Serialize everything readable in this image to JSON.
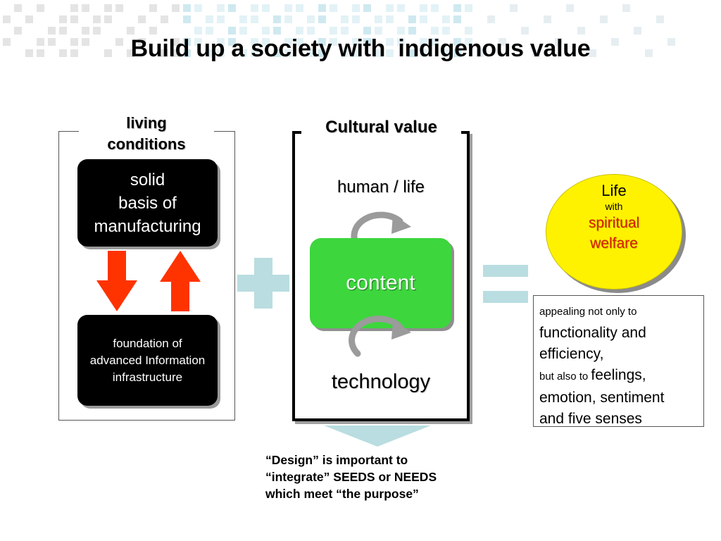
{
  "slide": {
    "title": "Build up a society with  indigenous value"
  },
  "left_group": {
    "title_lines": [
      "living",
      "conditions"
    ],
    "top_box_lines": [
      "solid",
      "basis of",
      "manufacturing"
    ],
    "bottom_box_lines": [
      "foundation of",
      "advanced Information",
      "infrastructure"
    ],
    "arrows": [
      "red-down-arrow",
      "red-up-arrow"
    ],
    "arrow_color": "#ff3300"
  },
  "operators": {
    "plus": "plus-icon",
    "equals": "equals-icon",
    "color": "#b9dde0"
  },
  "middle_group": {
    "title": "Cultural value",
    "top_label": "human / life",
    "center_box": "content",
    "bottom_label": "technology",
    "center_color": "#3dd63d",
    "cycle_icons": [
      "cycle-arrow-icon",
      "cycle-arrow-icon"
    ]
  },
  "design_note": {
    "lines": [
      "“Design” is important to",
      "“integrate”  SEEDS or NEEDS",
      "which meet “the purpose”"
    ]
  },
  "result": {
    "ellipse": {
      "life": "Life",
      "with": "with",
      "spiritual": "spiritual",
      "welfare": "welfare",
      "fill": "#fff200",
      "accent": "#d81b00"
    },
    "features": {
      "line1": "appealing not only to",
      "line2": "functionality and",
      "line3": "efficiency,",
      "line4_small": "but also to ",
      "line4_big": "feelings,",
      "line5": "emotion, sentiment",
      "line6": "and five senses"
    }
  }
}
